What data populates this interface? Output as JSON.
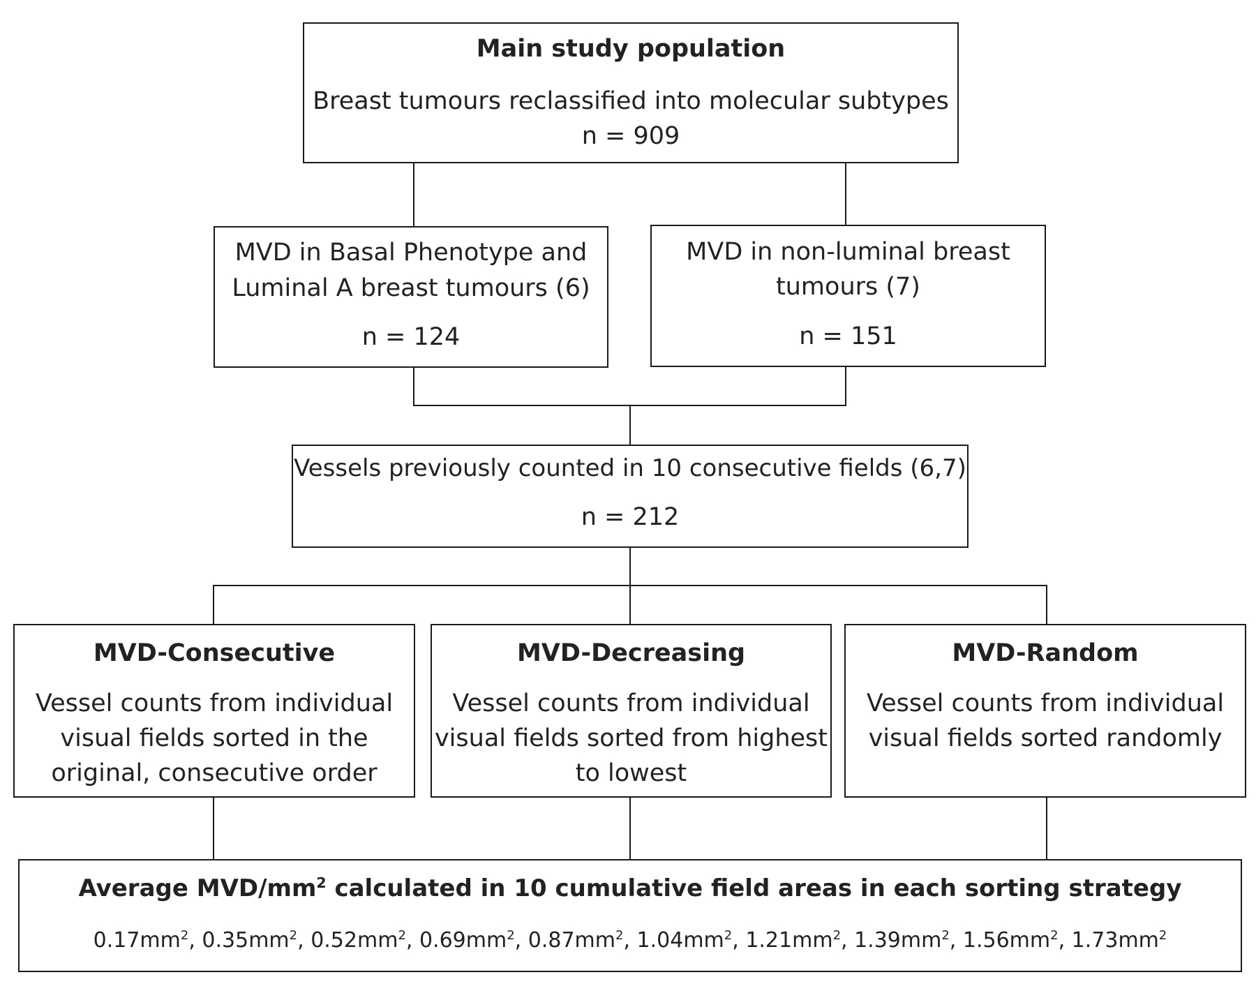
{
  "top_box": {
    "title": "Main study population",
    "description": "Breast tumours reclassified into molecular subtypes",
    "n": "n = 909"
  },
  "left_box": {
    "lines": [
      "MVD in Basal Phenotype and",
      "Luminal A breast tumours (6)"
    ],
    "n": "n = 124"
  },
  "right_box": {
    "lines": [
      "MVD in non-luminal breast",
      "tumours (7)"
    ],
    "n": "n = 151"
  },
  "middle_box": {
    "description": "Vessels previously counted in 10 consecutive fields (6,7)",
    "n": "n = 212"
  },
  "strategies": [
    {
      "title": "MVD-Consecutive",
      "lines": [
        "Vessel counts from individual",
        "visual fields sorted in the",
        "original, consecutive order"
      ]
    },
    {
      "title": "MVD-Decreasing",
      "lines": [
        "Vessel counts from individual",
        "visual fields sorted from highest",
        "to lowest"
      ]
    },
    {
      "title": "MVD-Random",
      "lines": [
        "Vessel counts from individual",
        "visual fields sorted randomly"
      ]
    }
  ],
  "bottom_box": {
    "title_pre": "Average MVD/mm",
    "title_sup": "2",
    "title_post": " calculated in 10 cumulative field areas in each sorting strategy",
    "areas": [
      "0.17mm",
      "0.35mm",
      "0.52mm",
      "0.69mm",
      "0.87mm",
      "1.04mm",
      "1.21mm",
      "1.39mm",
      "1.56mm",
      "1.73mm"
    ],
    "area_sup": "2"
  }
}
